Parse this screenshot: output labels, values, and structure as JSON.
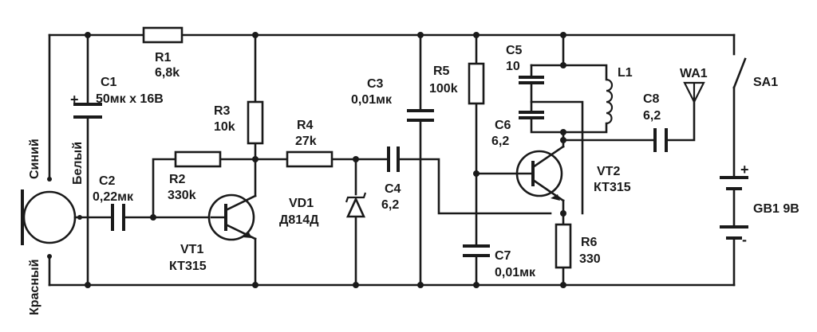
{
  "components": {
    "r1": {
      "ref": "R1",
      "value": "6,8k"
    },
    "c1": {
      "ref": "C1",
      "value": "50мк х 16В",
      "polarity": "+"
    },
    "r3": {
      "ref": "R3",
      "value": "10k"
    },
    "r4": {
      "ref": "R4",
      "value": "27k"
    },
    "c3": {
      "ref": "C3",
      "value": "0,01мк"
    },
    "r5": {
      "ref": "R5",
      "value": "100k"
    },
    "c5": {
      "ref": "C5",
      "value": "10"
    },
    "l1": {
      "ref": "L1"
    },
    "c8": {
      "ref": "C8",
      "value": "6,2"
    },
    "wa1": {
      "ref": "WA1"
    },
    "sa1": {
      "ref": "SA1"
    },
    "c2": {
      "ref": "C2",
      "value": "0,22мк"
    },
    "r2": {
      "ref": "R2",
      "value": "330k"
    },
    "vt1": {
      "ref": "VT1",
      "type": "КТ315"
    },
    "vd1": {
      "ref": "VD1",
      "type": "Д814Д"
    },
    "c4": {
      "ref": "C4",
      "value": "6,2"
    },
    "c6": {
      "ref": "C6",
      "value": "6,2"
    },
    "vt2": {
      "ref": "VT2",
      "type": "КТ315"
    },
    "gb1": {
      "ref": "GB1 9В",
      "plus": "+",
      "minus": "-"
    },
    "r6": {
      "ref": "R6",
      "value": "330"
    },
    "c7": {
      "ref": "C7",
      "value": "0,01мк"
    }
  },
  "microphone": {
    "wire_blue": "Синий",
    "wire_white": "Белый",
    "wire_red": "Красный"
  }
}
